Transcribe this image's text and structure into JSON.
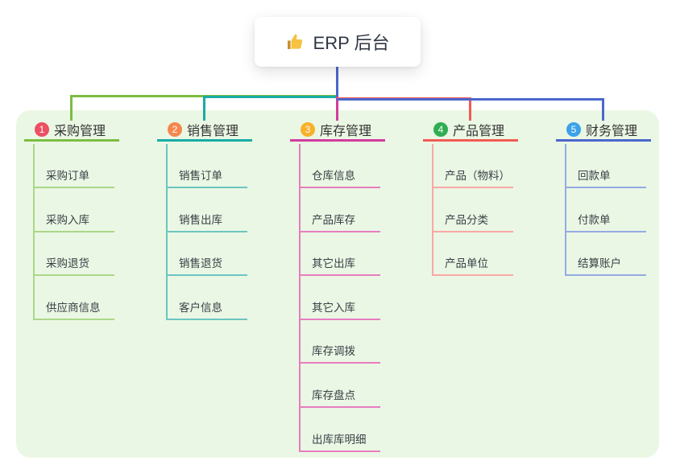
{
  "root": {
    "icon": "thumbs-up-icon",
    "label": "ERP 后台"
  },
  "branches": [
    {
      "num": "1",
      "label": "采购管理",
      "badge_color": "#ed4f63",
      "line_color": "#7cbd41",
      "tint_color": "#abd788",
      "children": [
        "采购订单",
        "采购入库",
        "采购退货",
        "供应商信息"
      ]
    },
    {
      "num": "2",
      "label": "销售管理",
      "badge_color": "#f6874e",
      "line_color": "#19aca6",
      "tint_color": "#6cc6c0",
      "children": [
        "销售订单",
        "销售出库",
        "销售退货",
        "客户信息"
      ]
    },
    {
      "num": "3",
      "label": "库存管理",
      "badge_color": "#f9b02a",
      "line_color": "#d23c9d",
      "tint_color": "#e77dc0",
      "children": [
        "仓库信息",
        "产品库存",
        "其它出库",
        "其它入库",
        "库存调拨",
        "库存盘点",
        "出库库明细"
      ]
    },
    {
      "num": "4",
      "label": "产品管理",
      "badge_color": "#2fae53",
      "line_color": "#f25a55",
      "tint_color": "#f9a8a4",
      "children": [
        "产品（物料）",
        "产品分类",
        "产品单位"
      ]
    },
    {
      "num": "5",
      "label": "财务管理",
      "badge_color": "#3ba1e9",
      "line_color": "#4b67cd",
      "tint_color": "#96aae2",
      "children": [
        "回款单",
        "付款单",
        "结算账户"
      ]
    }
  ],
  "colors": {
    "panel_bg": "#eaf7e4",
    "root_line": "#4b67cd",
    "title_text": "#333333",
    "child_text": "#3a3f46",
    "root_text": "#2e3645"
  }
}
